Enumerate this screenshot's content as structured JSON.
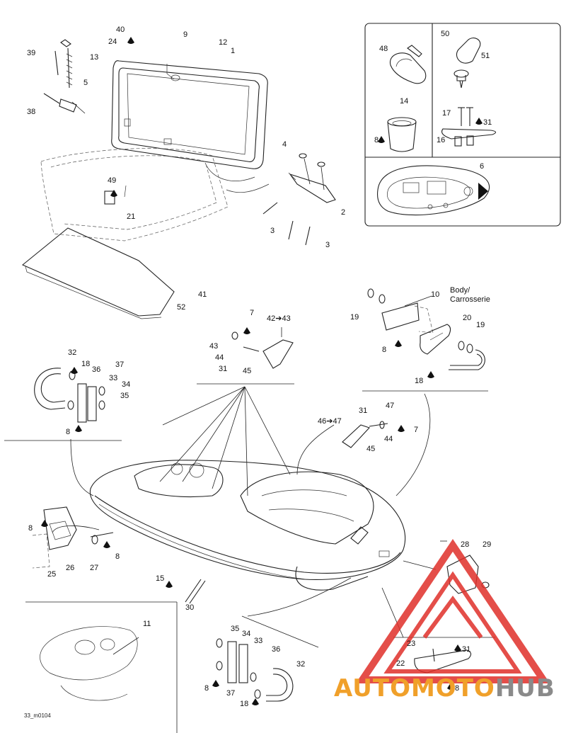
{
  "callouts": [
    {
      "id": "c1",
      "text": "1"
    },
    {
      "id": "c2",
      "text": "2"
    },
    {
      "id": "c3a",
      "text": "3"
    },
    {
      "id": "c3b",
      "text": "3"
    },
    {
      "id": "c4",
      "text": "4"
    },
    {
      "id": "c5",
      "text": "5"
    },
    {
      "id": "c6",
      "text": "6"
    },
    {
      "id": "c7a",
      "text": "7"
    },
    {
      "id": "c7b",
      "text": "7"
    },
    {
      "id": "c8a",
      "text": "8"
    },
    {
      "id": "c8b",
      "text": "8"
    },
    {
      "id": "c8c",
      "text": "8"
    },
    {
      "id": "c8d",
      "text": "8"
    },
    {
      "id": "c8e",
      "text": "8"
    },
    {
      "id": "c8f",
      "text": "8"
    },
    {
      "id": "c8g",
      "text": "8"
    },
    {
      "id": "c8h",
      "text": "8"
    },
    {
      "id": "c9",
      "text": "9"
    },
    {
      "id": "c10",
      "text": "10"
    },
    {
      "id": "c11",
      "text": "11"
    },
    {
      "id": "c12",
      "text": "12"
    },
    {
      "id": "c13",
      "text": "13"
    },
    {
      "id": "c14",
      "text": "14"
    },
    {
      "id": "c15",
      "text": "15"
    },
    {
      "id": "c16",
      "text": "16"
    },
    {
      "id": "c17",
      "text": "17"
    },
    {
      "id": "c18a",
      "text": "18"
    },
    {
      "id": "c18b",
      "text": "18"
    },
    {
      "id": "c18c",
      "text": "18"
    },
    {
      "id": "c19a",
      "text": "19"
    },
    {
      "id": "c19b",
      "text": "19"
    },
    {
      "id": "c20",
      "text": "20"
    },
    {
      "id": "c21",
      "text": "21"
    },
    {
      "id": "c22",
      "text": "22"
    },
    {
      "id": "c23",
      "text": "23"
    },
    {
      "id": "c24",
      "text": "24"
    },
    {
      "id": "c25",
      "text": "25"
    },
    {
      "id": "c26",
      "text": "26"
    },
    {
      "id": "c27",
      "text": "27"
    },
    {
      "id": "c28",
      "text": "28"
    },
    {
      "id": "c29",
      "text": "29"
    },
    {
      "id": "c30",
      "text": "30"
    },
    {
      "id": "c31a",
      "text": "31"
    },
    {
      "id": "c31b",
      "text": "31"
    },
    {
      "id": "c31c",
      "text": "31"
    },
    {
      "id": "c31d",
      "text": "31"
    },
    {
      "id": "c32a",
      "text": "32"
    },
    {
      "id": "c32b",
      "text": "32"
    },
    {
      "id": "c33a",
      "text": "33"
    },
    {
      "id": "c33b",
      "text": "33"
    },
    {
      "id": "c34a",
      "text": "34"
    },
    {
      "id": "c34b",
      "text": "34"
    },
    {
      "id": "c35a",
      "text": "35"
    },
    {
      "id": "c35b",
      "text": "35"
    },
    {
      "id": "c36a",
      "text": "36"
    },
    {
      "id": "c36b",
      "text": "36"
    },
    {
      "id": "c37a",
      "text": "37"
    },
    {
      "id": "c37b",
      "text": "37"
    },
    {
      "id": "c38",
      "text": "38"
    },
    {
      "id": "c39",
      "text": "39"
    },
    {
      "id": "c40",
      "text": "40"
    },
    {
      "id": "c41",
      "text": "41"
    },
    {
      "id": "c42",
      "text": "42➔43"
    },
    {
      "id": "c43",
      "text": "43"
    },
    {
      "id": "c44a",
      "text": "44"
    },
    {
      "id": "c44b",
      "text": "44"
    },
    {
      "id": "c45a",
      "text": "45"
    },
    {
      "id": "c45b",
      "text": "45"
    },
    {
      "id": "c46",
      "text": "46➔47"
    },
    {
      "id": "c47",
      "text": "47"
    },
    {
      "id": "c48",
      "text": "48"
    },
    {
      "id": "c49",
      "text": "49"
    },
    {
      "id": "c50",
      "text": "50"
    },
    {
      "id": "c51",
      "text": "51"
    },
    {
      "id": "c52",
      "text": "52"
    }
  ],
  "labels": {
    "body_line1": "Body/",
    "body_line2": "Carrosserie",
    "drawing_code": "33_m0104"
  },
  "watermark": {
    "part1": "AUTOMOTO",
    "part2": "HUB",
    "color_orange": "#f0a02a",
    "color_gray": "#8a8a8a",
    "color_red": "#e0302a"
  }
}
